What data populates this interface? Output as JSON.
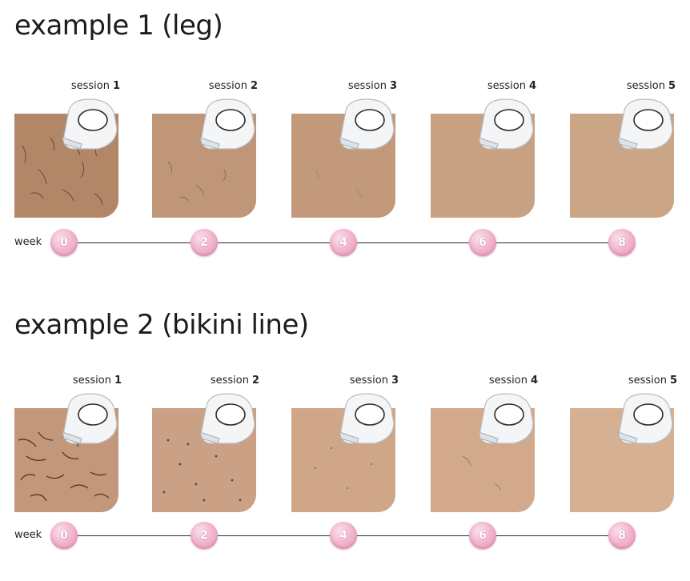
{
  "examples": [
    {
      "title": "example 1",
      "subtitle": "(leg)",
      "sessions": [
        {
          "label": "session",
          "num": "1"
        },
        {
          "label": "session",
          "num": "2"
        },
        {
          "label": "session",
          "num": "3"
        },
        {
          "label": "session",
          "num": "4"
        },
        {
          "label": "session",
          "num": "5"
        }
      ],
      "week_label": "week",
      "weeks": [
        "0",
        "2",
        "4",
        "6",
        "8"
      ]
    },
    {
      "title": "example 2",
      "subtitle": "(bikini line)",
      "sessions": [
        {
          "label": "session",
          "num": "1"
        },
        {
          "label": "session",
          "num": "2"
        },
        {
          "label": "session",
          "num": "3"
        },
        {
          "label": "session",
          "num": "4"
        },
        {
          "label": "session",
          "num": "5"
        }
      ],
      "week_label": "week",
      "weeks": [
        "0",
        "2",
        "4",
        "6",
        "8"
      ]
    }
  ],
  "colors": {
    "leg_skin": [
      "#b58a6c",
      "#bf9677",
      "#c29a7b",
      "#c8a283",
      "#cba686"
    ],
    "bikini_skin": [
      "#c3987a",
      "#caa184",
      "#cfa788",
      "#d2aa8b",
      "#d6b092"
    ],
    "badge_pink": "#f2b7cf"
  }
}
